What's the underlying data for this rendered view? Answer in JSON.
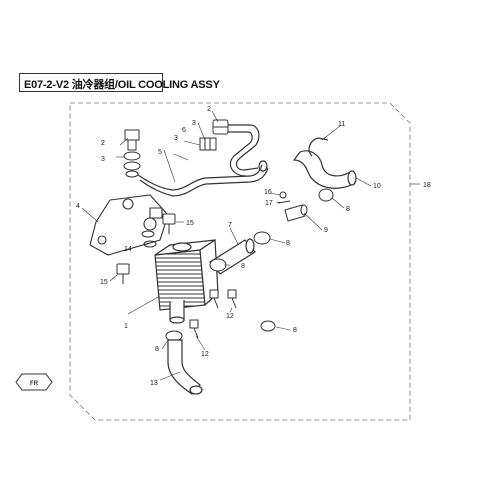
{
  "title": "E07-2-V2 油冷器组/OIL COOLING ASSY",
  "callouts": [
    "1",
    "2",
    "2",
    "3",
    "3",
    "3",
    "4",
    "5",
    "6",
    "7",
    "8",
    "8",
    "8",
    "8",
    "8",
    "9",
    "10",
    "11",
    "12",
    "12",
    "13",
    "14",
    "15",
    "15",
    "16",
    "17",
    "18"
  ],
  "colors": {
    "line": "#333333",
    "paper": "#ffffff"
  },
  "icons": {
    "front_arrow": "front-arrow-icon"
  }
}
